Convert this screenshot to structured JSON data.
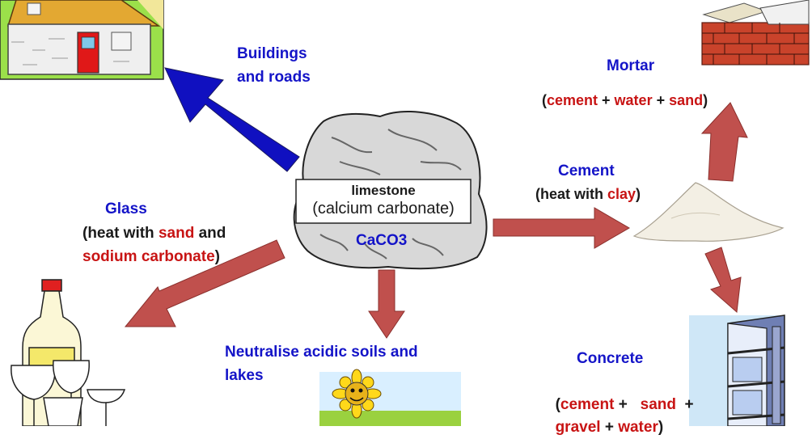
{
  "center": {
    "title": "limestone",
    "subtitle": "(calcium carbonate)",
    "formula": "CaCO3"
  },
  "buildings": {
    "line1": "Buildings",
    "line2": "and roads"
  },
  "glass": {
    "title": "Glass",
    "open": "(heat with ",
    "sand": "sand",
    "and": " and",
    "sodium": "sodium carbonate",
    "close": ")"
  },
  "neutralise": {
    "line1": "Neutralise acidic soils and",
    "line2": "lakes"
  },
  "cement": {
    "title": "Cement",
    "open": "(heat with ",
    "clay": "clay",
    "close": ")"
  },
  "mortar": {
    "title": "Mortar",
    "open": "(",
    "cement": "cement",
    "plus1": " + ",
    "water": "water",
    "plus2": " + ",
    "sand": "sand",
    "close": ")"
  },
  "concrete": {
    "title": "Concrete",
    "open": "(",
    "cement": "cement",
    "plus1": " +   ",
    "sand": "sand",
    "plus2": "  +",
    "gravel": "gravel",
    "plus3": " + ",
    "water": "water",
    "close": ")"
  },
  "colors": {
    "label_blue": "#1414c8",
    "highlight_red": "#c81414",
    "arrow_blue": "#1010c0",
    "arrow_red": "#c0504d",
    "rock_fill": "#d8d8d8"
  },
  "icons": [
    "house-icon",
    "brick-wall-icon",
    "cement-pile-icon",
    "building-icon",
    "bottles-glasses-icon",
    "sunflower-icon",
    "limestone-rock-icon"
  ]
}
